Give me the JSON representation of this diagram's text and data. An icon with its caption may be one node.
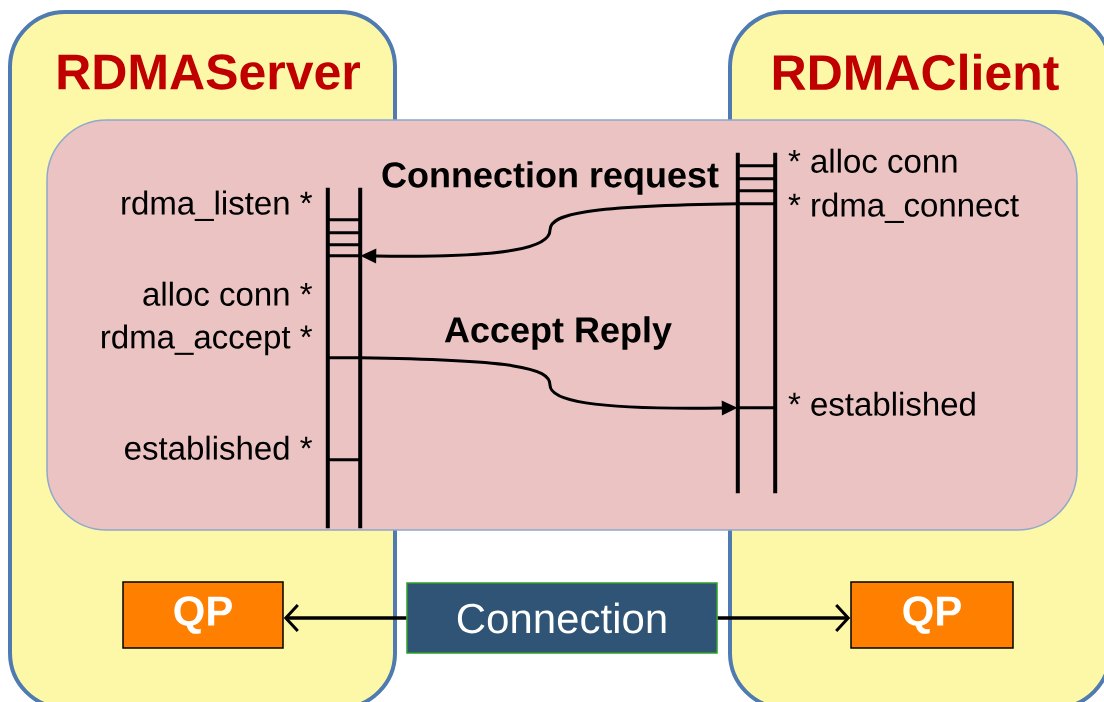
{
  "diagram": {
    "nodes": [
      {
        "text": [
          "RDMAServer"
        ]
      },
      {
        "text": [
          "RDMAClient"
        ]
      },
      {
        "text": [],
        "shape": "bar",
        "in": 0,
        "beside": [
          "rdma_listen *",
          "alloc conn *",
          "rdma_accept *",
          "established *"
        ]
      },
      {
        "text": [],
        "shape": "bar",
        "in": 1,
        "beside": [
          "* alloc conn",
          "* rdma_connect",
          "* established"
        ]
      },
      {
        "text": [
          "QP"
        ],
        "in": 0
      },
      {
        "text": [
          "Connection"
        ]
      },
      {
        "text": [
          "QP"
        ],
        "in": 1
      }
    ],
    "edges": [
      {
        "from": 3,
        "to": 2,
        "arrow": "to",
        "label": "Connection request"
      },
      {
        "from": 2,
        "to": 3,
        "arrow": "to",
        "label": "Accept Reply"
      },
      {
        "from": 5,
        "to": 4,
        "arrow": "to"
      },
      {
        "from": 5,
        "to": 6,
        "arrow": "to"
      }
    ]
  }
}
